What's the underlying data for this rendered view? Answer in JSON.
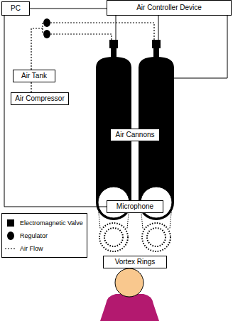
{
  "diagram": {
    "nodes": [
      {
        "text": [
          "PC"
        ]
      },
      {
        "text": [
          "Air Controller Device"
        ]
      },
      {
        "text": [
          "Air Tank"
        ]
      },
      {
        "text": [
          "Air Compressor"
        ]
      },
      {
        "text": [
          "Air Cannons"
        ]
      },
      {
        "text": [
          "Microphone"
        ]
      },
      {
        "text": [
          "Vortex Rings"
        ]
      }
    ],
    "edges": [
      {
        "from": 0,
        "to": 1,
        "arrow": "none"
      },
      {
        "from": 2,
        "to": 3,
        "arrow": "none"
      },
      {
        "from": 0,
        "to": 5,
        "arrow": "none"
      }
    ],
    "legend": [
      {
        "text": "Electromagnetic Valve"
      },
      {
        "text": "Regulator"
      },
      {
        "text": "Air Flow"
      }
    ]
  }
}
